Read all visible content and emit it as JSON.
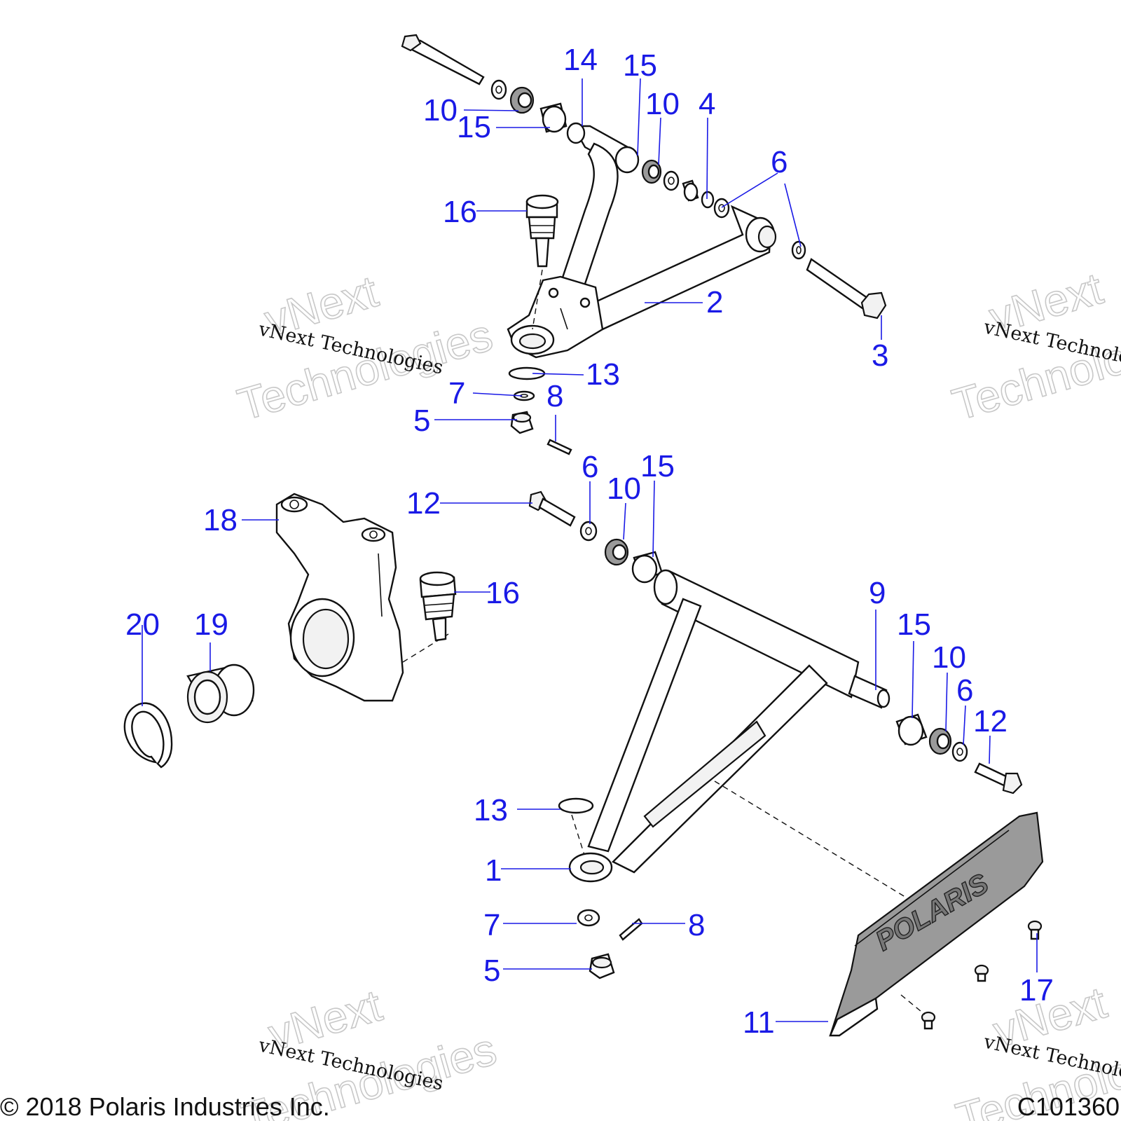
{
  "callouts": [
    "1",
    "2",
    "3",
    "4",
    "5",
    "6",
    "7",
    "8",
    "9",
    "10",
    "11",
    "12",
    "13",
    "14",
    "15",
    "16",
    "17",
    "18",
    "19",
    "20"
  ],
  "watermark": {
    "line1": "vNext Technologies",
    "line2": "vNext",
    "line3": "Technologies"
  },
  "logo": "POLARIS",
  "footer": {
    "copyright": "© 2018 Polaris Industries Inc.",
    "figure_id": "C101360"
  }
}
